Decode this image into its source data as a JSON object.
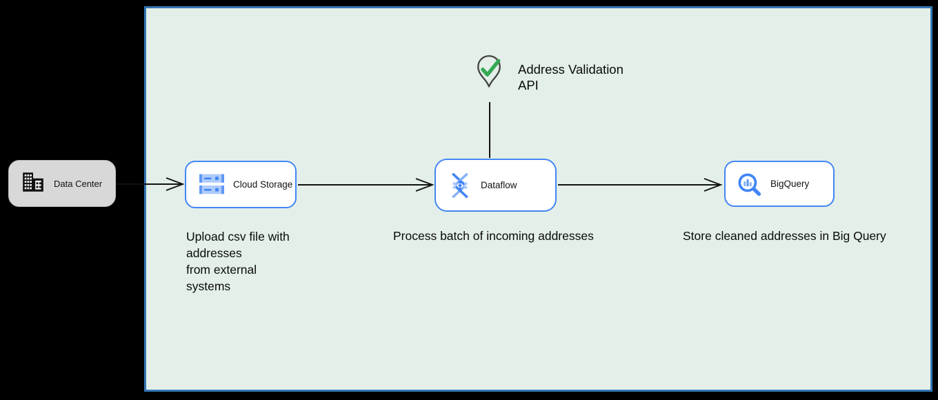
{
  "panel": {
    "fill": "#e3efe8",
    "border_color": "#3377b5"
  },
  "external": {
    "label": "Data Center",
    "icon": "office-building-icon",
    "fill": "#d8d8d8"
  },
  "nodes": {
    "cloud_storage": {
      "label": "Cloud Storage",
      "icon": "cloud-storage-icon",
      "caption": "Upload csv file with\naddresses\nfrom external\nsystems"
    },
    "dataflow": {
      "label": "Dataflow",
      "icon": "dataflow-icon",
      "caption": "Process batch of incoming addresses"
    },
    "bigquery": {
      "label": "BigQuery",
      "icon": "bigquery-icon",
      "caption": "Store cleaned addresses in Big Query"
    }
  },
  "annotation": {
    "label": "Address Validation\nAPI",
    "icon": "map-pin-check-icon",
    "check_color": "#34a853",
    "pin_outline_color": "#424242"
  },
  "connections": [
    {
      "from": "Data Center",
      "to": "Cloud Storage",
      "style": "open-arrow"
    },
    {
      "from": "Cloud Storage",
      "to": "Dataflow",
      "style": "open-arrow"
    },
    {
      "from": "Dataflow",
      "to": "BigQuery",
      "style": "open-arrow"
    },
    {
      "from": "Address Validation API",
      "to": "Dataflow",
      "style": "plain-line"
    }
  ],
  "colors": {
    "node_border": "#4285f4",
    "node_fill": "#ffffff",
    "icon_blue": "#4285f4",
    "icon_mid_blue": "#5e97f6",
    "icon_light_blue": "#aecbfa",
    "arrow": "#111111",
    "canvas_bg": "#000000"
  }
}
